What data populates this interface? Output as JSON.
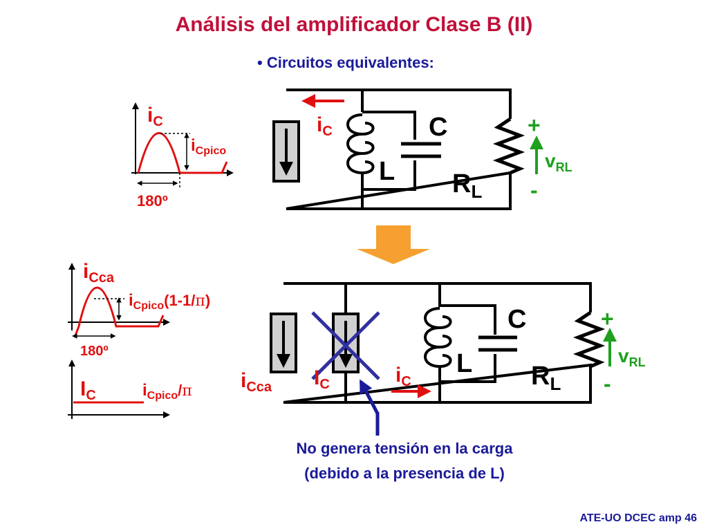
{
  "slide": {
    "title": "Análisis del amplificador Clase B (II)",
    "bullet": "• Circuitos equivalentes:",
    "note_line1": "No genera tensión en la carga",
    "note_line2": "(debido a la presencia de L)",
    "footer": "ATE-UO DCEC amp 46"
  },
  "waveform_top": {
    "ic_main": "i",
    "ic_sub": "C",
    "peak_main": "i",
    "peak_sub": "Cpico",
    "angle": "180º"
  },
  "waveform_mid": {
    "icca_main": "i",
    "icca_sub": "Cca",
    "peak_main": "i",
    "peak_sub": "Cpico",
    "peak_suffix_a": "(1-1/",
    "pi": "π",
    "peak_suffix_b": ")",
    "angle": "180º"
  },
  "waveform_bottom": {
    "ic_main": "I",
    "ic_sub": "C",
    "val_main": "i",
    "val_sub": "Cpico",
    "val_div": "/",
    "pi": "π"
  },
  "circuit_top": {
    "ic_main": "i",
    "ic_sub": "C",
    "c_label": "C",
    "l_label": "L",
    "rl_main": "R",
    "rl_sub": "L",
    "plus": "+",
    "minus": "-",
    "v_main": "v",
    "v_sub": "RL"
  },
  "circuit_bottom": {
    "icca_main": "i",
    "icca_sub": "Cca",
    "IC_main": "I",
    "IC_sub": "C",
    "ic_main": "i",
    "ic_sub": "C",
    "c_label": "C",
    "l_label": "L",
    "rl_main": "R",
    "rl_sub": "L",
    "plus": "+",
    "minus": "-",
    "v_main": "v",
    "v_sub": "RL"
  },
  "colors": {
    "title": "#c0103a",
    "text_blue": "#1a1a9a",
    "current_red": "#e01010",
    "voltage_green": "#1ea01e",
    "cross_blue": "#3030a0",
    "arrow_orange": "#f5a030",
    "source_gray": "#d0d0d0"
  }
}
